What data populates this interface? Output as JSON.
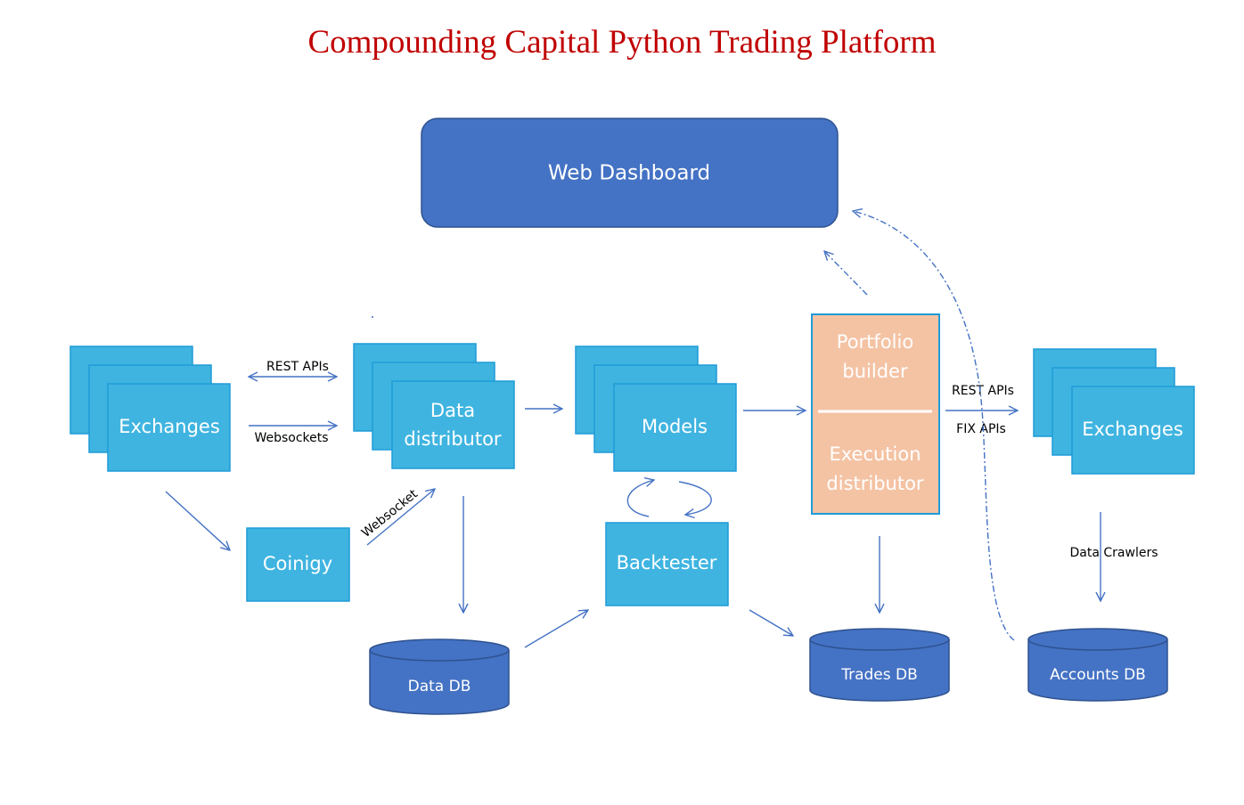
{
  "title": "Compounding Capital Python Trading Platform",
  "colors": {
    "title": "#c00000",
    "dashboard_fill": "#4472c4",
    "component_fill": "#3fb4e0",
    "component_stroke": "#1e9bd7",
    "portfolio_fill": "#f4c3a4",
    "database_fill": "#4472c4",
    "arrow": "#4472c4",
    "line_text": "#000000"
  },
  "nodes": {
    "web_dashboard": "Web Dashboard",
    "exchanges_left": "Exchanges",
    "data_distributor_line1": "Data",
    "data_distributor_line2": "distributor",
    "models": "Models",
    "portfolio_builder_line1": "Portfolio",
    "portfolio_builder_line2": "builder",
    "execution_distributor_line1": "Execution",
    "execution_distributor_line2": "distributor",
    "exchanges_right": "Exchanges",
    "coinigy": "Coinigy",
    "backtester": "Backtester",
    "data_db": "Data DB",
    "trades_db": "Trades DB",
    "accounts_db": "Accounts DB"
  },
  "edge_labels": {
    "rest_apis_left": "REST APIs",
    "websockets": "Websockets",
    "websocket_coinigy": "Websocket",
    "rest_apis_right": "REST APIs",
    "fix_apis": "FIX APIs",
    "data_crawlers": "Data Crawlers"
  }
}
